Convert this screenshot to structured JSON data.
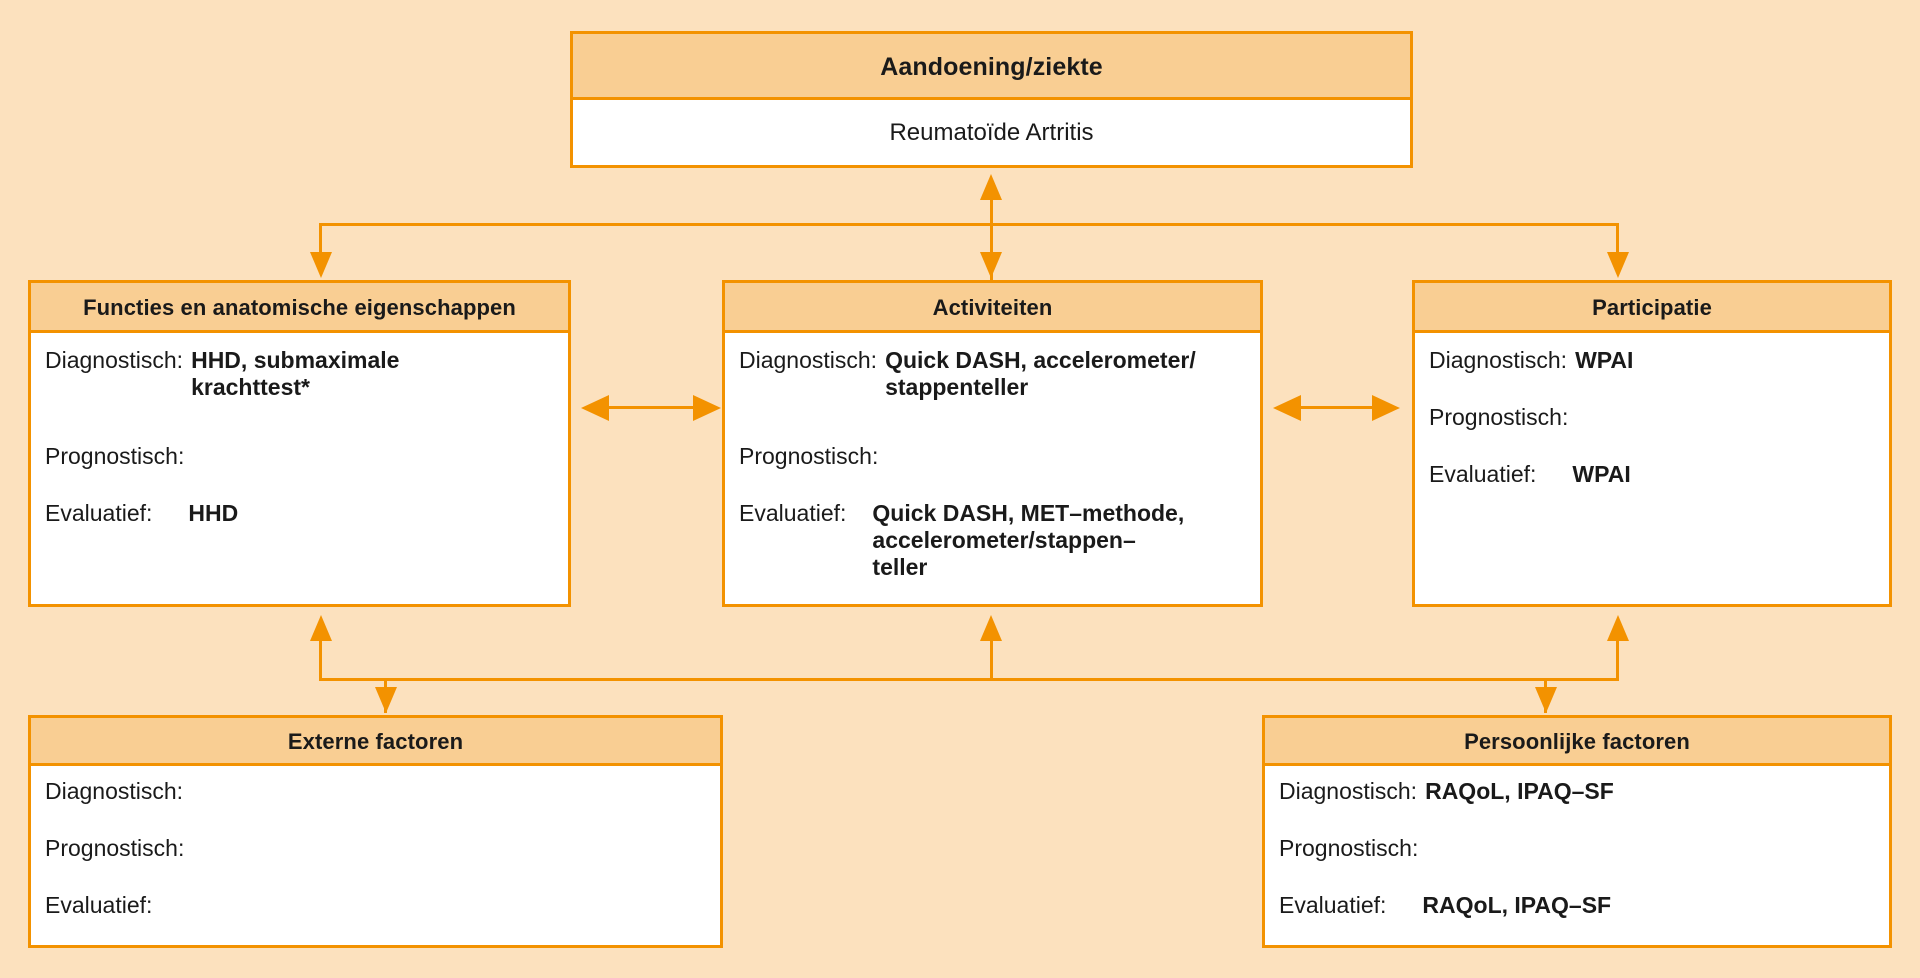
{
  "meta": {
    "diagram_title": "ICF-schema Reumatoide Artritis",
    "colors": {
      "background": "#FCE1BE",
      "border": "#F39200",
      "header_fill": "#F9CE93",
      "body_fill": "#FFFFFF",
      "text": "#1A1A1A"
    }
  },
  "boxes": {
    "condition": {
      "header": "Aandoening/ziekte",
      "value": "Reumatoïde Artritis"
    },
    "functions": {
      "header": "Functies en anatomische eigenschappen",
      "rows": [
        {
          "label": "Diagnostisch:",
          "value": "HHD, submaximale\nkrachttest*"
        },
        {
          "label": "Prognostisch:",
          "value": ""
        },
        {
          "label": "Evaluatief:",
          "value": "HHD"
        }
      ]
    },
    "activities": {
      "header": "Activiteiten",
      "rows": [
        {
          "label": "Diagnostisch:",
          "value": "Quick DASH, accelerometer/\nstappenteller"
        },
        {
          "label": "Prognostisch:",
          "value": ""
        },
        {
          "label": "Evaluatief:",
          "value": "Quick DASH, MET–methode,\n accelerometer/stappen–\n teller"
        }
      ]
    },
    "participation": {
      "header": "Participatie",
      "rows": [
        {
          "label": "Diagnostisch:",
          "value": "WPAI"
        },
        {
          "label": "Prognostisch:",
          "value": ""
        },
        {
          "label": "Evaluatief:",
          "value": "WPAI"
        }
      ]
    },
    "external": {
      "header": "Externe factoren",
      "rows": [
        {
          "label": "Diagnostisch:",
          "value": ""
        },
        {
          "label": "Prognostisch:",
          "value": ""
        },
        {
          "label": "Evaluatief:",
          "value": ""
        }
      ]
    },
    "personal": {
      "header": "Persoonlijke factoren",
      "rows": [
        {
          "label": "Diagnostisch:",
          "value": "RAQoL, IPAQ–SF"
        },
        {
          "label": "Prognostisch:",
          "value": ""
        },
        {
          "label": "Evaluatief:",
          "value": "RAQoL, IPAQ–SF"
        }
      ]
    }
  },
  "connectors": [
    {
      "name": "condition-to-activities",
      "type": "bidirectional-vertical"
    },
    {
      "name": "condition-bus-to-functions",
      "type": "arrow-down"
    },
    {
      "name": "condition-bus-to-participation",
      "type": "arrow-down"
    },
    {
      "name": "functions-activities",
      "type": "bidirectional-horizontal"
    },
    {
      "name": "activities-participation",
      "type": "bidirectional-horizontal"
    },
    {
      "name": "functions-to-bottom-bus",
      "type": "arrow-up"
    },
    {
      "name": "activities-to-bottom-bus",
      "type": "arrow-up"
    },
    {
      "name": "participation-to-bottom-bus",
      "type": "arrow-up"
    },
    {
      "name": "bottom-bus-to-external",
      "type": "arrow-down"
    },
    {
      "name": "bottom-bus-to-personal",
      "type": "arrow-down"
    }
  ]
}
